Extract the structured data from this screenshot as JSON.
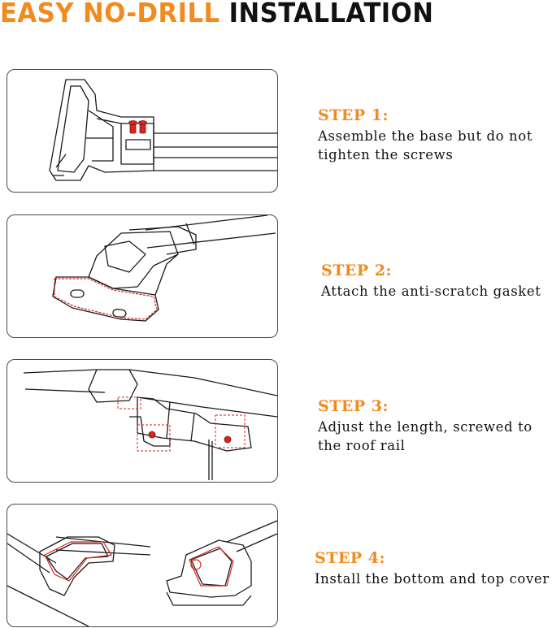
{
  "title": {
    "accent": "EASY NO-DRILL",
    "rest": "INSTALLATION"
  },
  "colors": {
    "accent": "#f28a1e",
    "red": "#d8261c",
    "line": "#1a1a1a"
  },
  "steps": [
    {
      "label": "STEP 1:",
      "lines": [
        "Assemble the base but do not",
        "tighten the screws"
      ]
    },
    {
      "label": "STEP 2:",
      "lines": [
        "Attach the anti-scratch gasket"
      ]
    },
    {
      "label": "STEP 3:",
      "lines": [
        "Adjust the length, screwed to",
        "the roof rail"
      ]
    },
    {
      "label": "STEP 4:",
      "lines": [
        "Install the bottom and top cover"
      ]
    }
  ]
}
